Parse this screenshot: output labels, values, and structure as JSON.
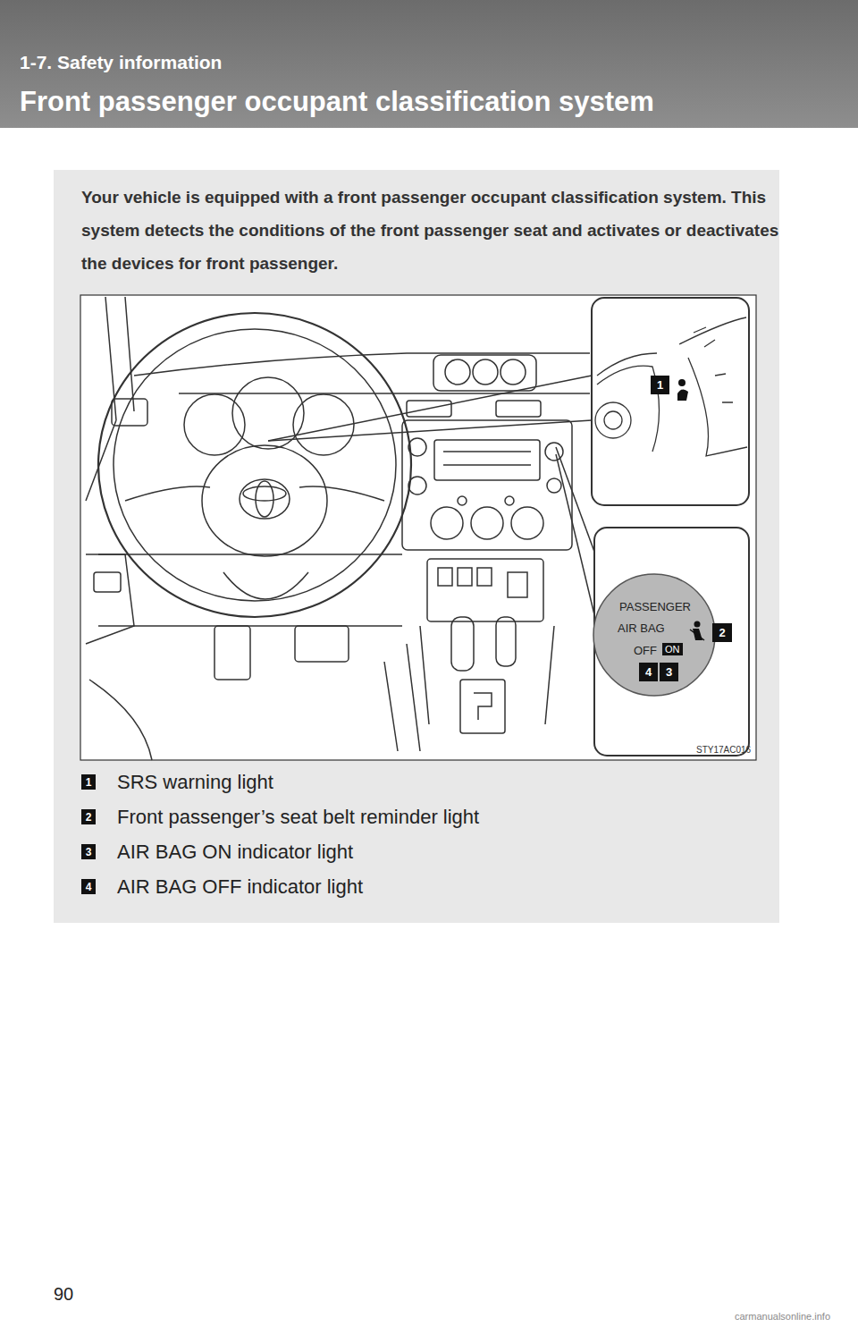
{
  "diagram": {
    "title": "Front passenger occupant classification system",
    "nodes": [
      {
        "text": [
          "Your vehicle is equipped with a front passenger occupant classification system. This system detects the conditions of the front passenger seat and activates or deactivates the devices for front passenger."
        ]
      },
      {
        "text": [
          "1"
        ],
        "in": 0
      },
      {
        "text": [
          "2"
        ],
        "in": 0
      },
      {
        "text": [
          "4"
        ],
        "in": 0
      },
      {
        "text": [
          "3"
        ],
        "in": 0
      },
      {
        "text": [
          "ON"
        ],
        "in": 0
      },
      {
        "text": [
          "1"
        ],
        "in": 0
      },
      {
        "text": [
          "2"
        ],
        "in": 0
      },
      {
        "text": [
          "3"
        ],
        "in": 0
      },
      {
        "text": [
          "4"
        ],
        "in": 0
      }
    ],
    "edges": [],
    "labels": [
      "1-7. Safety information",
      "PASSENGER",
      "AIR BAG",
      "OFF",
      "STY17AC016",
      "SRS warning light",
      "Front passenger’s seat belt reminder light",
      "AIR BAG ON indicator light",
      "AIR BAG OFF indicator light",
      "90",
      "carmanualsonline.info"
    ]
  }
}
